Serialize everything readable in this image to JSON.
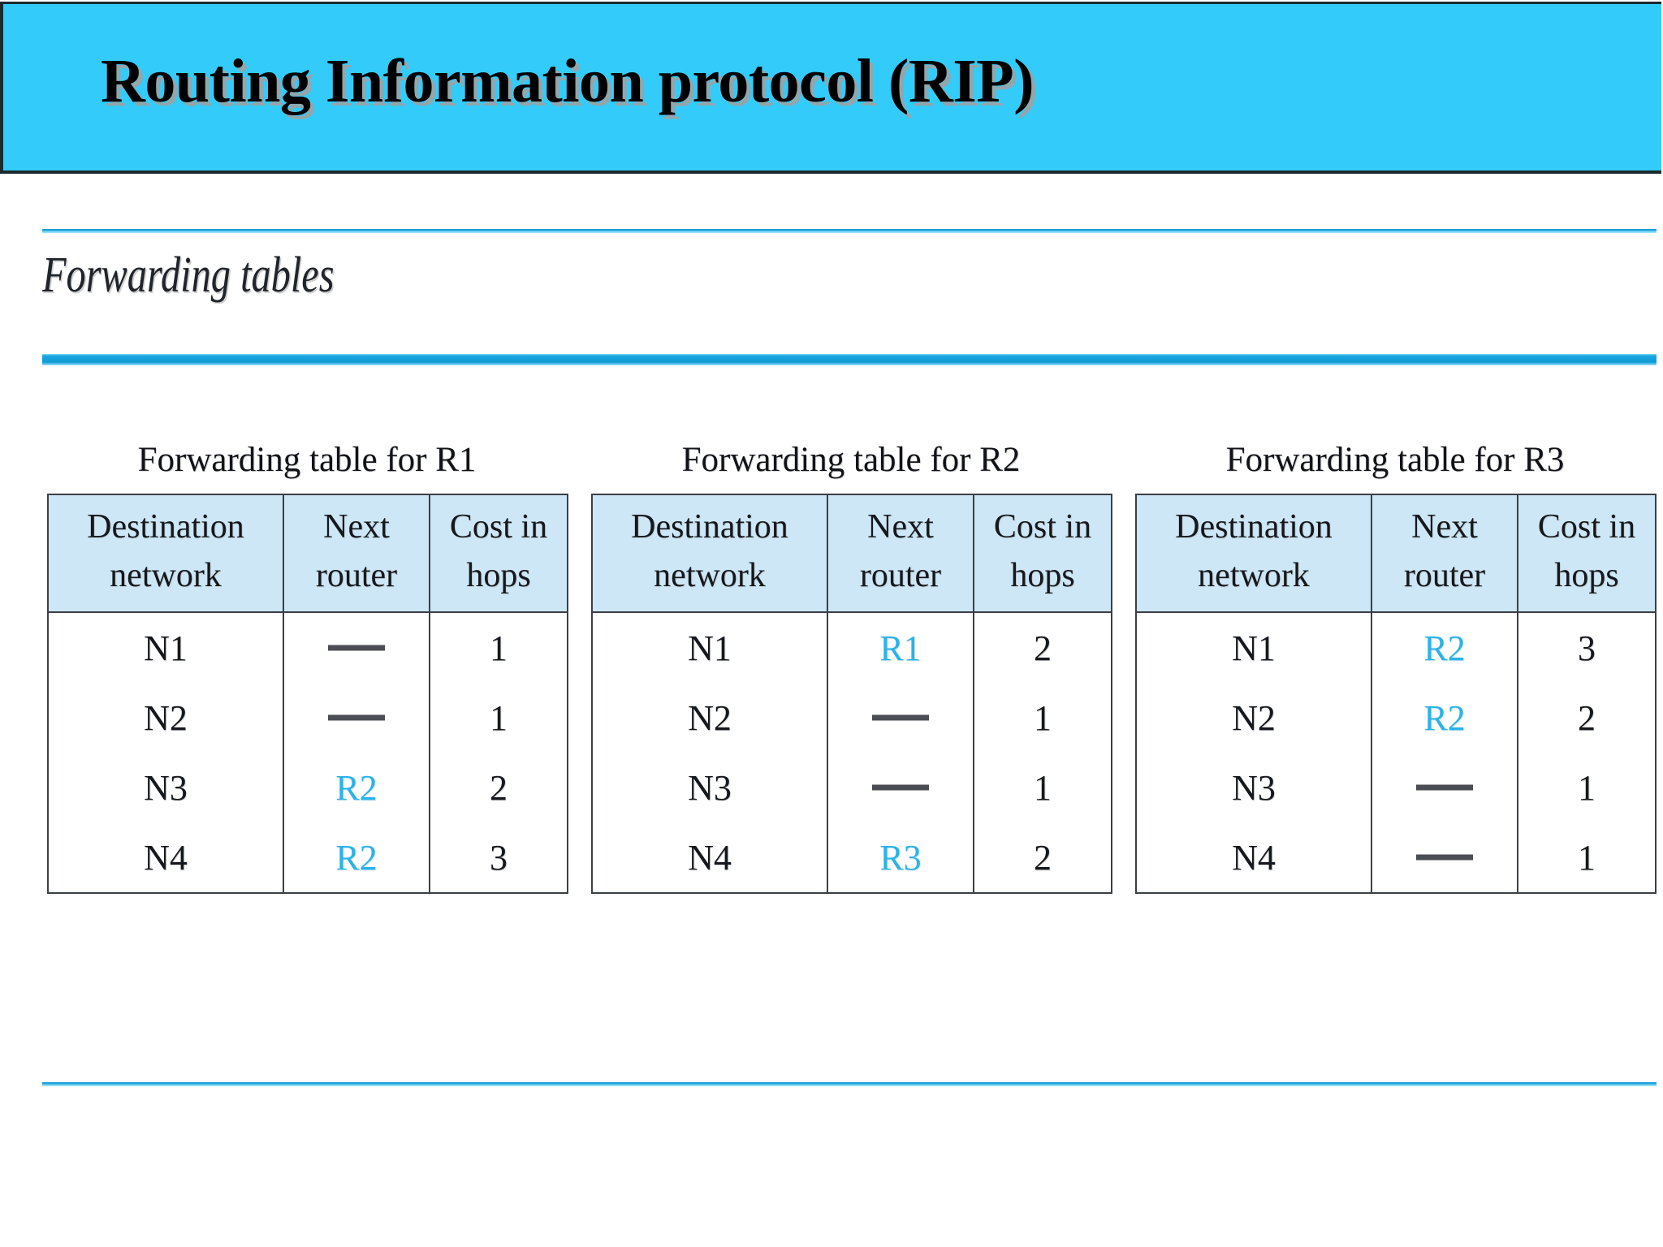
{
  "header": {
    "title": "Routing Information protocol (RIP)",
    "banner_color": "#33CCFA"
  },
  "section": {
    "label": "Forwarding tables"
  },
  "theme": {
    "rule_color": "#1F9FD8",
    "table_header_bg": "#CDE7F7",
    "router_text_color": "#2BB2EA",
    "table_border_color": "#3C3F45"
  },
  "columns": [
    {
      "line1": "Destination",
      "line2": "network"
    },
    {
      "line1": "Next",
      "line2": "router"
    },
    {
      "line1": "Cost in",
      "line2": "hops"
    }
  ],
  "dash_symbol": "—",
  "tables": [
    {
      "caption": "Forwarding table for R1",
      "rows": [
        {
          "destination": "N1",
          "next_router": "—",
          "cost": "1"
        },
        {
          "destination": "N2",
          "next_router": "—",
          "cost": "1"
        },
        {
          "destination": "N3",
          "next_router": "R2",
          "cost": "2"
        },
        {
          "destination": "N4",
          "next_router": "R2",
          "cost": "3"
        }
      ]
    },
    {
      "caption": "Forwarding table for R2",
      "rows": [
        {
          "destination": "N1",
          "next_router": "R1",
          "cost": "2"
        },
        {
          "destination": "N2",
          "next_router": "—",
          "cost": "1"
        },
        {
          "destination": "N3",
          "next_router": "—",
          "cost": "1"
        },
        {
          "destination": "N4",
          "next_router": "R3",
          "cost": "2"
        }
      ]
    },
    {
      "caption": "Forwarding table for R3",
      "rows": [
        {
          "destination": "N1",
          "next_router": "R2",
          "cost": "3"
        },
        {
          "destination": "N2",
          "next_router": "R2",
          "cost": "2"
        },
        {
          "destination": "N3",
          "next_router": "—",
          "cost": "1"
        },
        {
          "destination": "N4",
          "next_router": "—",
          "cost": "1"
        }
      ]
    }
  ]
}
